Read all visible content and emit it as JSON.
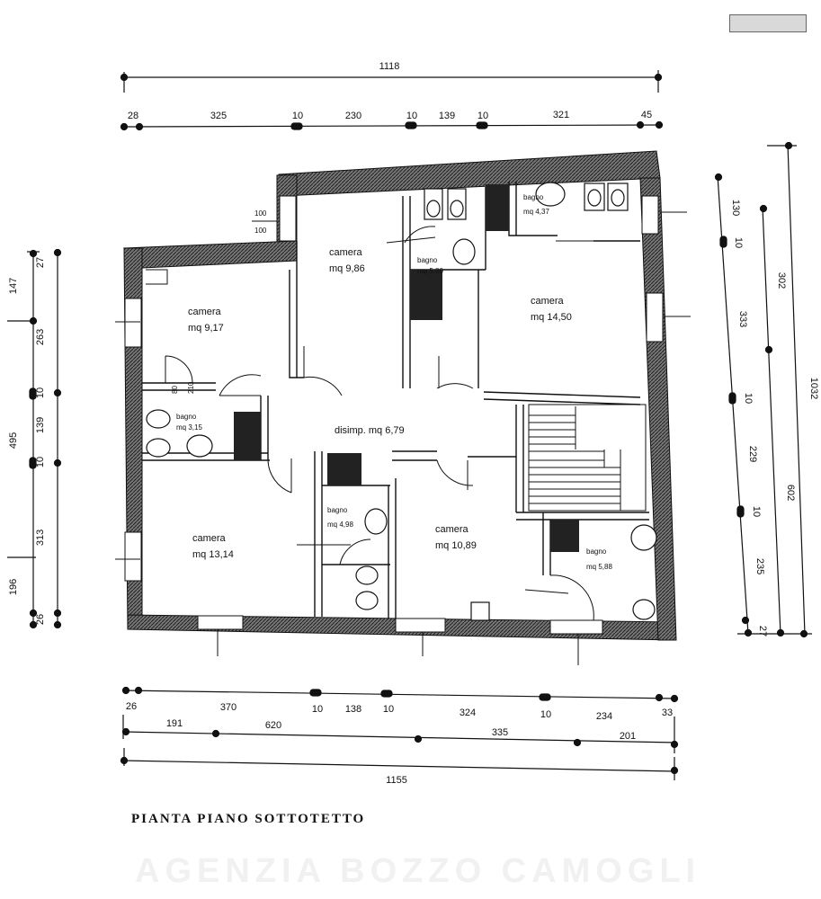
{
  "title": "PIANTA PIANO SOTTOTETTO",
  "watermark": "AGENZIA BOZZO CAMOGLI",
  "logo": "",
  "rooms": [
    {
      "id": "camera-a",
      "name": "camera",
      "area": "mq 9,17"
    },
    {
      "id": "camera-b",
      "name": "camera",
      "area": "mq 9,86"
    },
    {
      "id": "camera-c",
      "name": "camera",
      "area": "mq 14,50"
    },
    {
      "id": "camera-d",
      "name": "camera",
      "area": "mq 13,14"
    },
    {
      "id": "camera-e",
      "name": "camera",
      "area": "mq 10,89"
    },
    {
      "id": "bagno-a",
      "name": "bagno",
      "area": "mq 3,15"
    },
    {
      "id": "bagno-b",
      "name": "bagno",
      "area": "mq 5,80"
    },
    {
      "id": "bagno-c",
      "name": "bagno",
      "area": "mq 4,37"
    },
    {
      "id": "bagno-d",
      "name": "bagno",
      "area": "mq 4,98"
    },
    {
      "id": "bagno-e",
      "name": "bagno",
      "area": "mq 5,88"
    }
  ],
  "disimpegno": "disimp. mq 6,79",
  "openings": {
    "wall_window": "100",
    "wall_window_h": "100",
    "door_w": "80",
    "door_h": "210"
  },
  "dims": {
    "top_total": "1118",
    "top_row": [
      "28",
      "325",
      "10",
      "230",
      "10",
      "139",
      "10",
      "321",
      "45"
    ],
    "bottom_row1": [
      "26",
      "191",
      "370",
      "10",
      "138",
      "10",
      "324",
      "10",
      "234",
      "33"
    ],
    "bottom_row2": [
      "620",
      "335",
      "201"
    ],
    "bottom_total": "1155",
    "left_inner": [
      "147",
      "263",
      "10",
      "139",
      "10",
      "313",
      "26",
      "27"
    ],
    "left_outer": [
      "495",
      "196"
    ],
    "right_inner": [
      "130",
      "10",
      "333",
      "10",
      "229",
      "10",
      "235",
      "27"
    ],
    "right_mid": [
      "302",
      "602"
    ],
    "right_outer": "1032"
  }
}
